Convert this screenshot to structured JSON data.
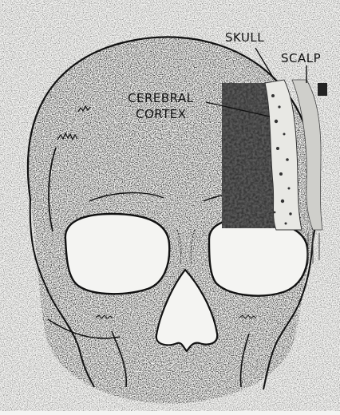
{
  "labels": {
    "skull": "SKULL",
    "scalp": "SCALP",
    "cerebral_line1": "CEREBRAL",
    "cerebral_line2": "CORTEX"
  },
  "colors": {
    "background": "#f4f4f2",
    "ink": "#111111",
    "speckle": "#bdbdb8",
    "cortex_block": "#2a2a2a"
  }
}
